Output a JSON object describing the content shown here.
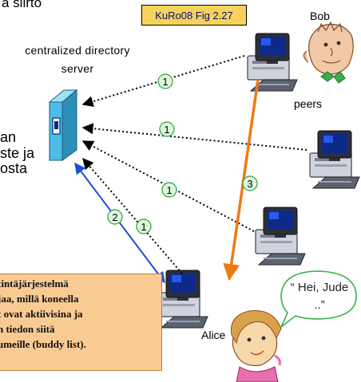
{
  "texts": {
    "cut_title": "ä siirto",
    "server_label": "centralized directory server",
    "left_fragments": [
      "an",
      "ste ja",
      "osta"
    ],
    "figure_label": "KuRo08 Fig 2.27",
    "bob": "Bob",
    "peers": "peers",
    "alice": "Alice",
    "speech": "“ Hei, Jude ..”",
    "note_lines": [
      "tintäjärjestelmä",
      "jaa, millä koneella",
      "t ovat  aktiivisina ja",
      "n tiedon siitä",
      "umeille (buddy list)."
    ]
  },
  "steps": {
    "step1": "1",
    "step2": "2",
    "step3": "3"
  },
  "colors": {
    "background": "#ffffff",
    "figure_label_fill": "#f5d35b",
    "figure_label_text": "#0a0a7a",
    "note_fill": "#f9cb93",
    "step_circle_fill": "#dcf7dc",
    "step_circle_stroke": "#2f9e3f",
    "arrow_query": "#1a4fd6",
    "arrow_file_transfer": "#f07a12",
    "arrow_register": "#000000",
    "server_body": "#4dbde8",
    "speech_bubble_stroke": "#3bb04a"
  }
}
